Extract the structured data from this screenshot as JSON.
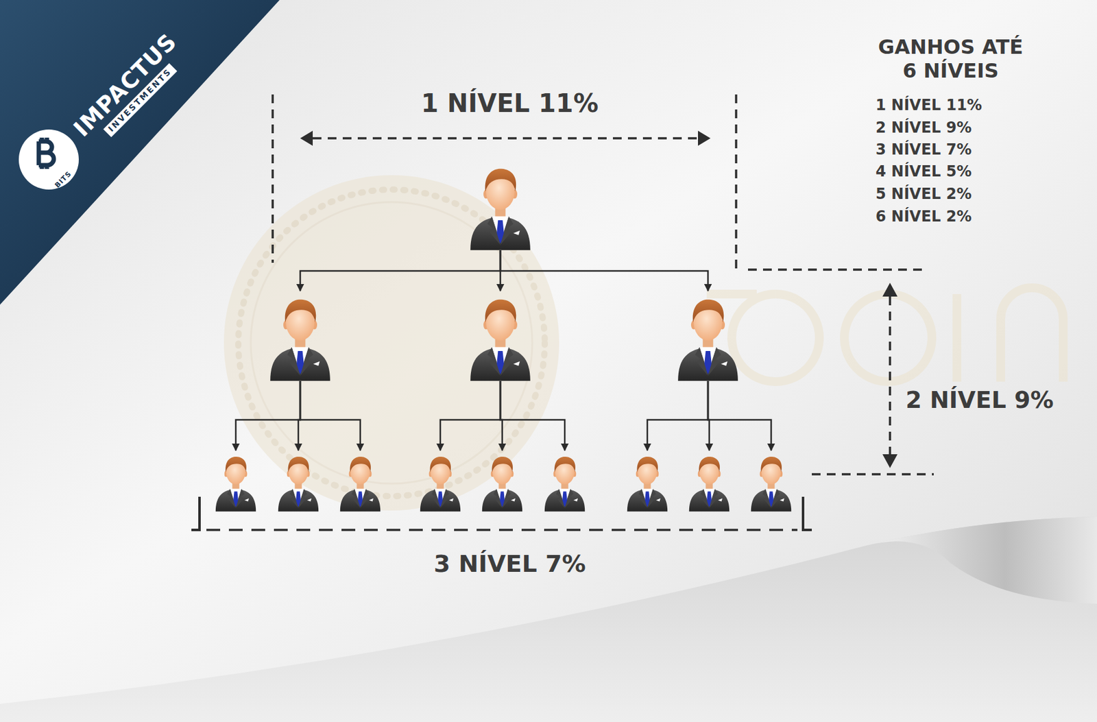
{
  "diagram": {
    "title": "GANHOS ATÉ 6 NÍVEIS",
    "nodes": [
      {
        "text": []
      },
      {
        "text": []
      },
      {
        "text": []
      },
      {
        "text": []
      },
      {
        "text": []
      },
      {
        "text": []
      },
      {
        "text": []
      },
      {
        "text": []
      },
      {
        "text": []
      },
      {
        "text": []
      },
      {
        "text": []
      },
      {
        "text": []
      },
      {
        "text": []
      }
    ],
    "edges": [
      {
        "from": 0,
        "to": 1,
        "arrow": "to"
      },
      {
        "from": 0,
        "to": 2,
        "arrow": "to"
      },
      {
        "from": 0,
        "to": 3,
        "arrow": "to"
      },
      {
        "from": 1,
        "to": 4,
        "arrow": "to"
      },
      {
        "from": 1,
        "to": 5,
        "arrow": "to"
      },
      {
        "from": 1,
        "to": 6,
        "arrow": "to"
      },
      {
        "from": 2,
        "to": 7,
        "arrow": "to"
      },
      {
        "from": 2,
        "to": 8,
        "arrow": "to"
      },
      {
        "from": 2,
        "to": 9,
        "arrow": "to"
      },
      {
        "from": 3,
        "to": 10,
        "arrow": "to"
      },
      {
        "from": 3,
        "to": 11,
        "arrow": "to"
      },
      {
        "from": 3,
        "to": 12,
        "arrow": "to"
      }
    ],
    "labels": [
      "1 NÍVEL 11%",
      "2 NÍVEL 9%",
      "3 NÍVEL 7%",
      "4 NÍVEL 5%",
      "5 NÍVEL 2%",
      "6 NÍVEL 2%",
      "1 NÍVEL 11%",
      "2 NÍVEL 9%",
      "3 NÍVEL 7%",
      "IMPACTUS",
      "INVESTMENTS",
      "BITS"
    ]
  }
}
